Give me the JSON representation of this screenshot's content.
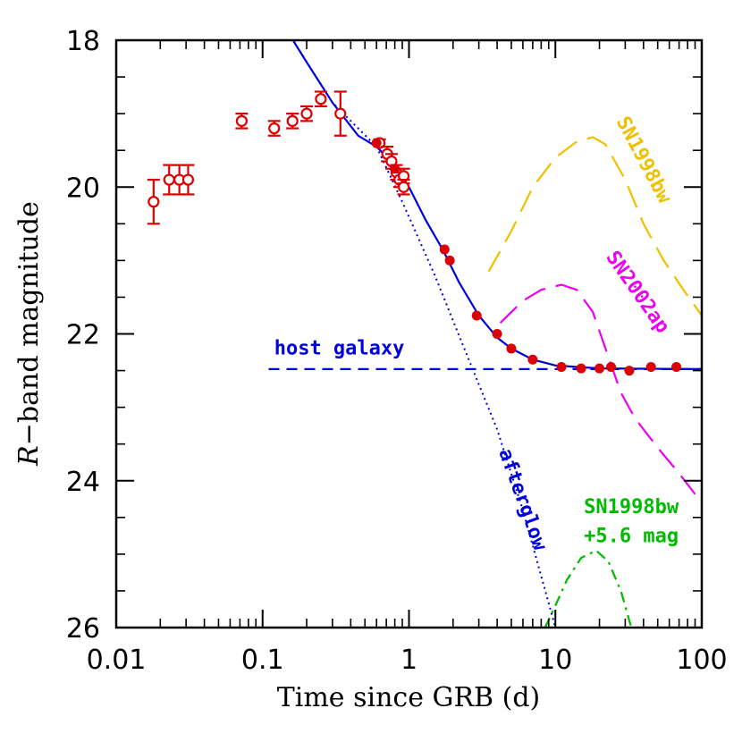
{
  "chart_data": {
    "type": "scatter",
    "title": "",
    "xlabel": "Time since GRB (d)",
    "ylabel_italic": "R",
    "ylabel_rest": "−band magnitude",
    "x_scale": "log",
    "y_inverted": true,
    "xlim": [
      0.01,
      100
    ],
    "ylim": [
      26,
      18
    ],
    "x_ticks": [
      0.01,
      0.1,
      1,
      10,
      100
    ],
    "x_tick_labels": [
      "0.01",
      "0.1",
      "1",
      "10",
      "100"
    ],
    "y_ticks": [
      18,
      20,
      22,
      24,
      26
    ],
    "y_tick_labels": [
      "18",
      "20",
      "22",
      "24",
      "26"
    ],
    "grid": false,
    "series": [
      {
        "kind": "points-open",
        "color": "#dd0000",
        "points": [
          {
            "x": 0.018,
            "y": 20.2,
            "err": 0.3
          },
          {
            "x": 0.023,
            "y": 19.9,
            "err": 0.2
          },
          {
            "x": 0.027,
            "y": 19.9,
            "err": 0.2
          },
          {
            "x": 0.031,
            "y": 19.9,
            "err": 0.2
          },
          {
            "x": 0.072,
            "y": 19.1,
            "err": 0.1
          },
          {
            "x": 0.12,
            "y": 19.2,
            "err": 0.1
          },
          {
            "x": 0.16,
            "y": 19.1,
            "err": 0.1
          },
          {
            "x": 0.2,
            "y": 19.0,
            "err": 0.1
          },
          {
            "x": 0.25,
            "y": 18.8,
            "err": 0.1
          },
          {
            "x": 0.34,
            "y": 19.0,
            "err": 0.3
          },
          {
            "x": 0.63,
            "y": 19.4,
            "err": 0.05
          },
          {
            "x": 0.71,
            "y": 19.55,
            "err": 0.1
          },
          {
            "x": 0.76,
            "y": 19.65,
            "err": 0.1
          },
          {
            "x": 0.82,
            "y": 19.8,
            "err": 0.1
          },
          {
            "x": 0.86,
            "y": 19.9,
            "err": 0.1
          },
          {
            "x": 0.92,
            "y": 19.85,
            "err": 0.1
          },
          {
            "x": 0.92,
            "y": 20.0,
            "err": 0.1
          }
        ]
      },
      {
        "kind": "points-filled",
        "color": "#dd0000",
        "points": [
          {
            "x": 0.6,
            "y": 19.4
          },
          {
            "x": 0.8,
            "y": 19.75
          },
          {
            "x": 1.75,
            "y": 20.85
          },
          {
            "x": 1.9,
            "y": 21.0
          },
          {
            "x": 2.9,
            "y": 21.75
          },
          {
            "x": 4.0,
            "y": 22.0
          },
          {
            "x": 5.0,
            "y": 22.2
          },
          {
            "x": 7.0,
            "y": 22.35
          },
          {
            "x": 11,
            "y": 22.45
          },
          {
            "x": 15,
            "y": 22.47
          },
          {
            "x": 20,
            "y": 22.47
          },
          {
            "x": 24,
            "y": 22.45
          },
          {
            "x": 32,
            "y": 22.5
          },
          {
            "x": 45,
            "y": 22.45
          },
          {
            "x": 67,
            "y": 22.45
          }
        ]
      },
      {
        "kind": "line",
        "style": "solid",
        "color": "#0000dd",
        "points": [
          {
            "x": 0.15,
            "y": 17.9
          },
          {
            "x": 0.2,
            "y": 18.3
          },
          {
            "x": 0.3,
            "y": 18.85
          },
          {
            "x": 0.45,
            "y": 19.3
          },
          {
            "x": 0.6,
            "y": 19.45
          },
          {
            "x": 0.8,
            "y": 19.7
          },
          {
            "x": 1.0,
            "y": 20.0
          },
          {
            "x": 1.3,
            "y": 20.45
          },
          {
            "x": 1.7,
            "y": 20.85
          },
          {
            "x": 2.2,
            "y": 21.3
          },
          {
            "x": 3.0,
            "y": 21.75
          },
          {
            "x": 4.0,
            "y": 22.05
          },
          {
            "x": 5.0,
            "y": 22.2
          },
          {
            "x": 7.0,
            "y": 22.35
          },
          {
            "x": 10,
            "y": 22.43
          },
          {
            "x": 20,
            "y": 22.47
          },
          {
            "x": 100,
            "y": 22.48
          }
        ]
      },
      {
        "kind": "line",
        "style": "dotted",
        "color": "#0000dd",
        "points": [
          {
            "x": 0.15,
            "y": 17.9
          },
          {
            "x": 0.3,
            "y": 18.85
          },
          {
            "x": 0.6,
            "y": 19.45
          },
          {
            "x": 0.9,
            "y": 20.2
          },
          {
            "x": 1.5,
            "y": 21.2
          },
          {
            "x": 2.5,
            "y": 22.3
          },
          {
            "x": 4.0,
            "y": 23.3
          },
          {
            "x": 6.0,
            "y": 24.4
          },
          {
            "x": 8.0,
            "y": 25.3
          },
          {
            "x": 10,
            "y": 26.0
          }
        ]
      },
      {
        "kind": "line",
        "style": "dashed",
        "color": "#0000dd",
        "points": [
          {
            "x": 0.11,
            "y": 22.48
          },
          {
            "x": 100,
            "y": 22.48
          }
        ]
      },
      {
        "kind": "line",
        "style": "longdash",
        "color": "#f0c000",
        "points": [
          {
            "x": 3.5,
            "y": 21.15
          },
          {
            "x": 5.0,
            "y": 20.6
          },
          {
            "x": 7.0,
            "y": 20.0
          },
          {
            "x": 10,
            "y": 19.6
          },
          {
            "x": 14,
            "y": 19.38
          },
          {
            "x": 18,
            "y": 19.32
          },
          {
            "x": 22,
            "y": 19.42
          },
          {
            "x": 30,
            "y": 19.9
          },
          {
            "x": 40,
            "y": 20.5
          },
          {
            "x": 55,
            "y": 21.0
          },
          {
            "x": 75,
            "y": 21.4
          },
          {
            "x": 100,
            "y": 21.75
          }
        ]
      },
      {
        "kind": "line",
        "style": "longdash",
        "color": "#ee00ee",
        "points": [
          {
            "x": 4.2,
            "y": 21.85
          },
          {
            "x": 6.0,
            "y": 21.55
          },
          {
            "x": 8.0,
            "y": 21.4
          },
          {
            "x": 11,
            "y": 21.33
          },
          {
            "x": 14,
            "y": 21.4
          },
          {
            "x": 18,
            "y": 21.7
          },
          {
            "x": 22,
            "y": 22.2
          },
          {
            "x": 28,
            "y": 22.8
          },
          {
            "x": 35,
            "y": 23.15
          },
          {
            "x": 50,
            "y": 23.55
          },
          {
            "x": 70,
            "y": 23.9
          },
          {
            "x": 100,
            "y": 24.3
          }
        ]
      },
      {
        "kind": "line",
        "style": "dashdot",
        "color": "#00bb00",
        "points": [
          {
            "x": 8.5,
            "y": 26.0
          },
          {
            "x": 10,
            "y": 25.7
          },
          {
            "x": 12,
            "y": 25.35
          },
          {
            "x": 15,
            "y": 25.05
          },
          {
            "x": 19,
            "y": 24.95
          },
          {
            "x": 23,
            "y": 25.1
          },
          {
            "x": 28,
            "y": 25.5
          },
          {
            "x": 33,
            "y": 26.0
          }
        ]
      }
    ],
    "annotations": [
      {
        "text": "host galaxy",
        "x": 0.12,
        "y": 22.28,
        "color": "#0000dd",
        "rotate": 0
      },
      {
        "text": "afterglow",
        "x": 4.1,
        "y": 23.6,
        "color": "#0000dd",
        "rotate": 70
      },
      {
        "text": "SN1998bw",
        "x": 26,
        "y": 19.1,
        "color": "#f0c000",
        "rotate": 62
      },
      {
        "text": "SN2002ap",
        "x": 22,
        "y": 20.95,
        "color": "#ee00ee",
        "rotate": 55
      },
      {
        "text": "SN1998bw",
        "x": 33,
        "y": 24.44,
        "color": "#00bb00",
        "rotate": 0
      },
      {
        "text": "+5.6 mag",
        "x": 33,
        "y": 24.84,
        "color": "#00bb00",
        "rotate": 0
      }
    ]
  }
}
